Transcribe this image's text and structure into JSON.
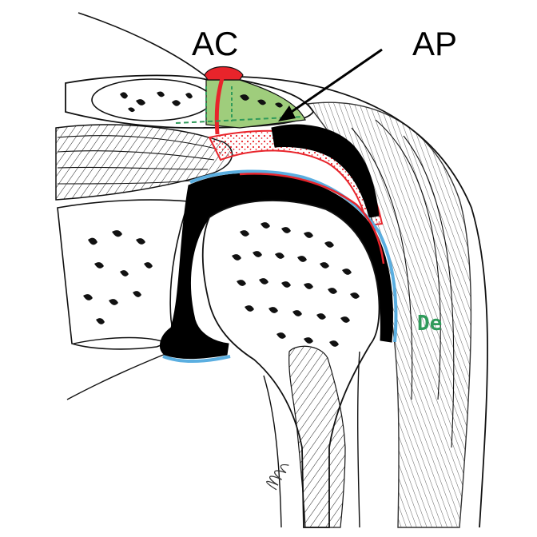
{
  "labels": {
    "ac": "AC",
    "ap": "AP",
    "de": "De"
  },
  "colors": {
    "outline": "#111111",
    "bursa_black": "#000000",
    "inflamed_red": "#e8242b",
    "synovium_blue": "#5aaee0",
    "acromioclavicular_green": "#9fcd7c",
    "deltoid_label_green": "#2f9a5a",
    "background": "#ffffff"
  }
}
